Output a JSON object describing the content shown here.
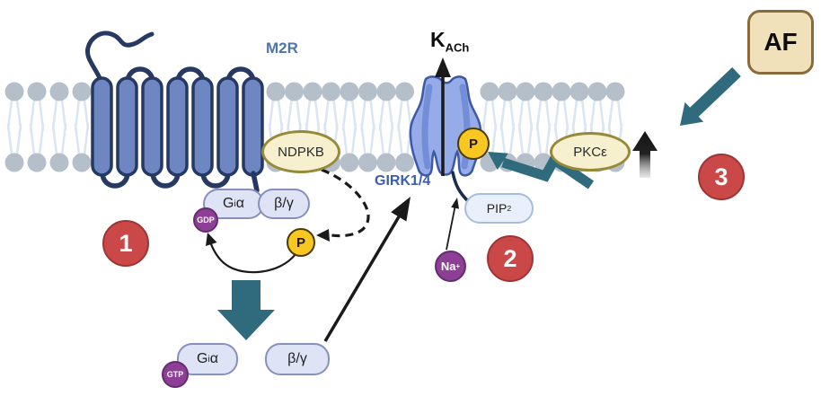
{
  "colors": {
    "teal": "#2f6b7d",
    "step_red": "#cb4848",
    "step_red_border": "#9e3434",
    "purple": "#8d3f96",
    "purple_border": "#652c70",
    "yellow": "#f8c722",
    "yellow_border": "#4a3b00",
    "cream": "#f7f0cf",
    "olive_border": "#968a38",
    "af_fill": "#f1e1bb",
    "af_border": "#8a6c3c",
    "pill_fill": "#dee4f6",
    "pill_border": "#8690bd",
    "pip2_fill": "#e9effb",
    "pip2_border": "#a6bedd",
    "helix_fill": "#6e87c3",
    "receptor_outline": "#263963",
    "channel_fill": "#96ace8",
    "channel_inner": "#6d87d3",
    "channel_outline": "#3d59a5",
    "membrane_head": "#b5bfca",
    "membrane_tail": "#dbe5f1",
    "receptor_label": "#4f74ab",
    "channel_label": "#3c5fa9",
    "arrow_black": "#1a1a1a"
  },
  "labels": {
    "receptor": "M2R",
    "channel": "GIRK1/4",
    "current": {
      "main": "K",
      "sub": "ACh"
    },
    "ndpkb": "NDPKB",
    "pkce": "PKCε",
    "af": "AF"
  },
  "molecules": {
    "g_alpha": {
      "main": "G",
      "sub": "i",
      "suffix": "α"
    },
    "beta_gamma": "β/γ",
    "pip2": {
      "main": "PIP",
      "sub": "2"
    },
    "gdp": "GDP",
    "gtp": "GTP",
    "sodium": {
      "main": "Na",
      "sup": "+"
    },
    "phosphate": "P"
  },
  "steps": [
    {
      "label": "1"
    },
    {
      "label": "2"
    },
    {
      "label": "3"
    }
  ]
}
